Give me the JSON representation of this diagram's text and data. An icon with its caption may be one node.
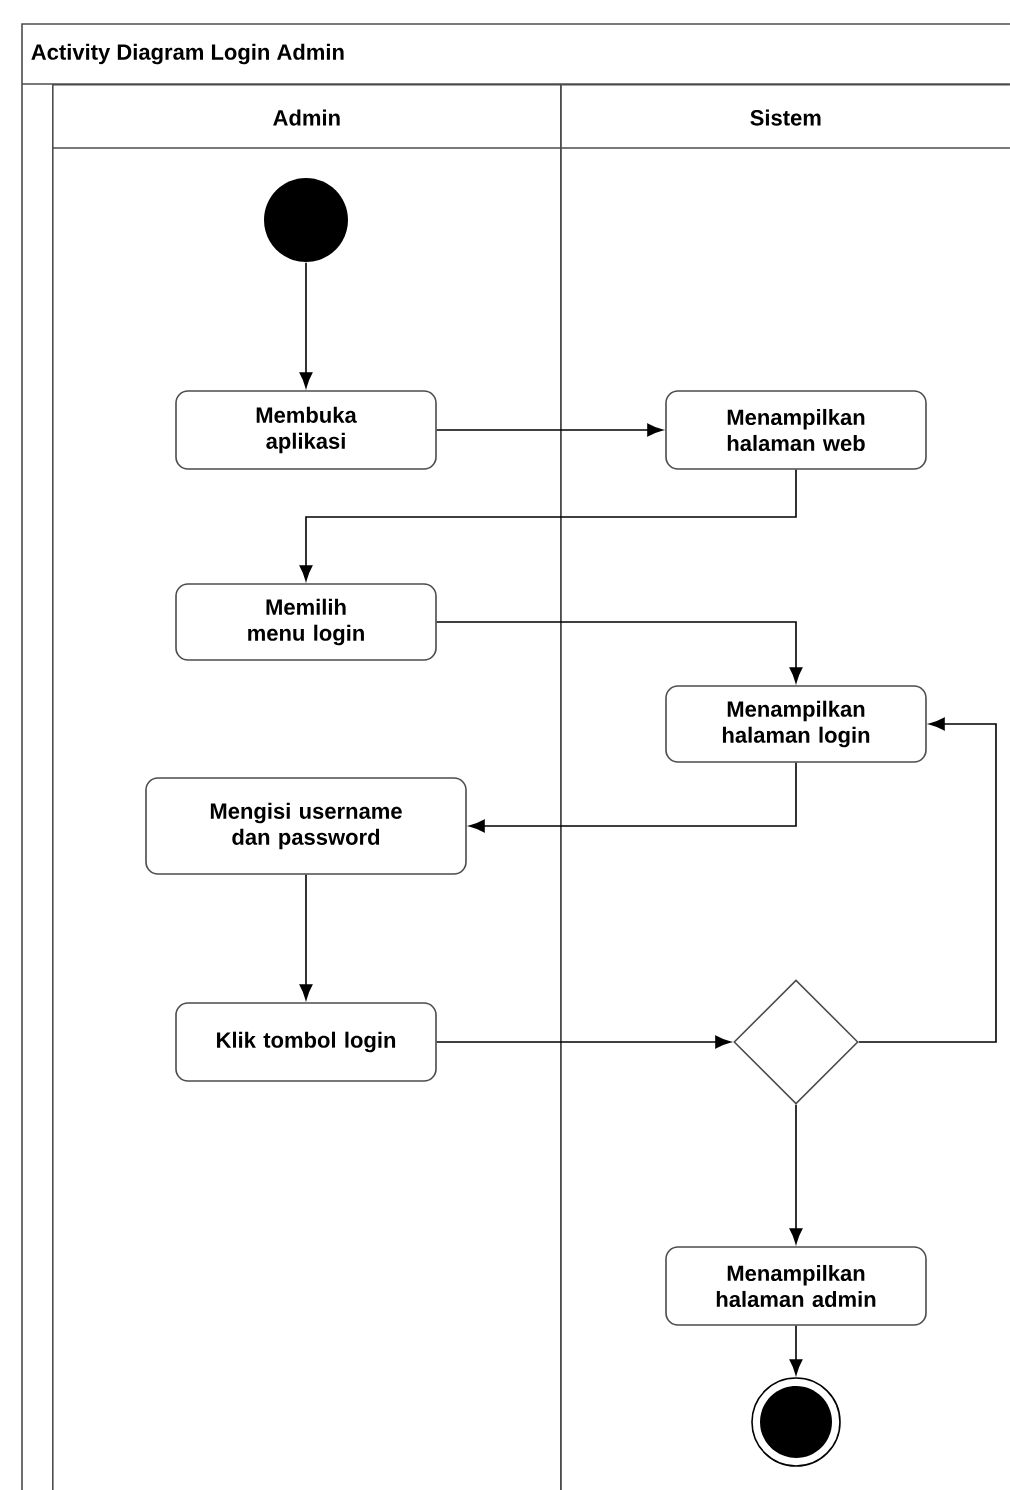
{
  "diagram": {
    "title": "Activity Diagram Login Admin",
    "nodes": [
      {
        "text": [
          "Admin"
        ]
      },
      {
        "text": [
          "Sistem"
        ]
      },
      {
        "text": [],
        "shape": "circle",
        "in": 0
      },
      {
        "text": [
          "Membuka aplikasi"
        ],
        "in": 0
      },
      {
        "text": [
          "Menampilkan halaman web"
        ],
        "in": 1
      },
      {
        "text": [
          "Memilih menu login"
        ],
        "in": 0
      },
      {
        "text": [
          "Menampilkan halaman login"
        ],
        "in": 1
      },
      {
        "text": [
          "Mengisi username dan password"
        ],
        "in": 0
      },
      {
        "text": [
          "Klik tombol login"
        ],
        "in": 0
      },
      {
        "text": [],
        "shape": "diamond",
        "in": 1
      },
      {
        "text": [
          "Menampilkan halaman admin"
        ],
        "in": 1
      },
      {
        "text": [],
        "shape": "circle",
        "in": 1
      }
    ],
    "edges": [
      {
        "from": 2,
        "to": 3,
        "arrow": "to"
      },
      {
        "from": 3,
        "to": 4,
        "arrow": "to"
      },
      {
        "from": 4,
        "to": 5,
        "arrow": "to"
      },
      {
        "from": 5,
        "to": 6,
        "arrow": "to"
      },
      {
        "from": 6,
        "to": 7,
        "arrow": "to"
      },
      {
        "from": 7,
        "to": 8,
        "arrow": "to"
      },
      {
        "from": 8,
        "to": 9,
        "arrow": "to"
      },
      {
        "from": 9,
        "to": 6,
        "arrow": "to"
      },
      {
        "from": 9,
        "to": 10,
        "arrow": "to"
      },
      {
        "from": 10,
        "to": 11,
        "arrow": "to"
      }
    ]
  }
}
